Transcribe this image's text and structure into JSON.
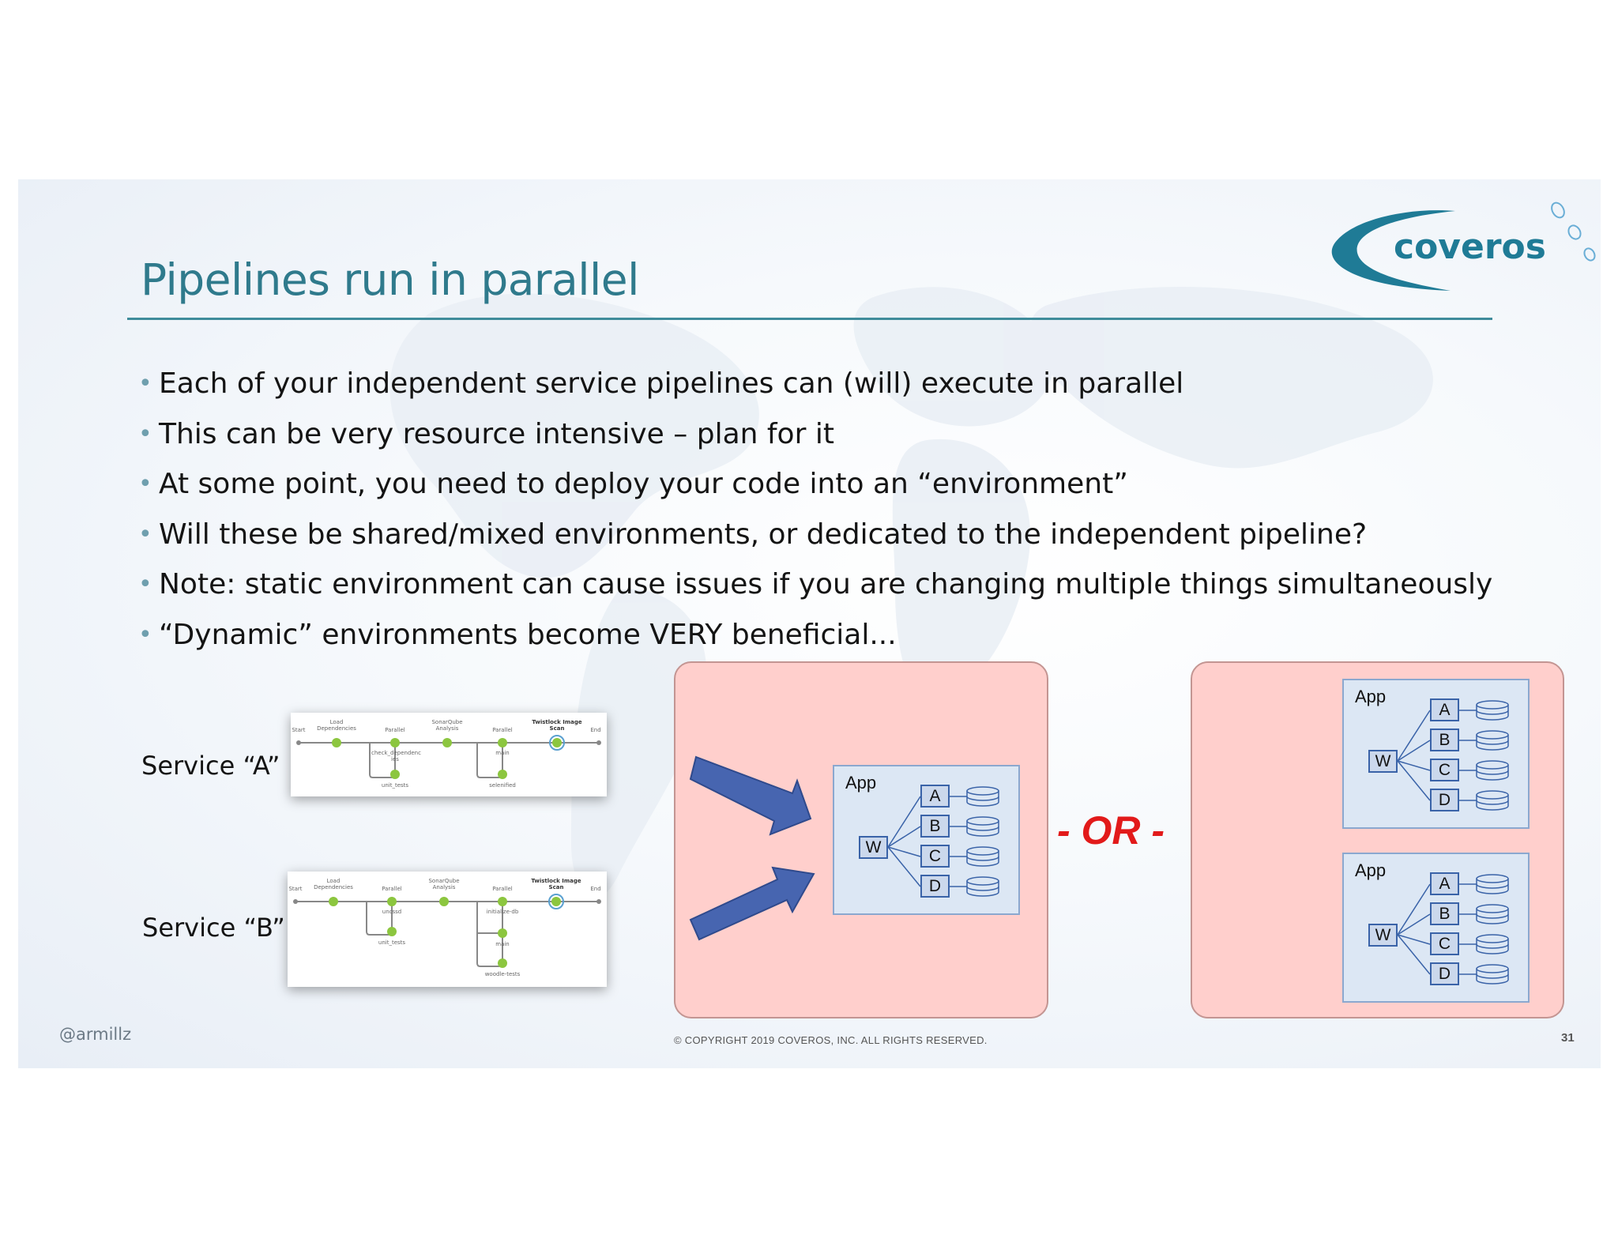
{
  "slide": {
    "title": "Pipelines run in parallel",
    "logo_text": "coveros",
    "bullets": [
      "Each of your independent service pipelines can (will) execute in parallel",
      "This can be very resource intensive – plan for it",
      "At some point, you need to deploy your code into an “environment”",
      "Will these be shared/mixed environments, or dedicated to the independent pipeline?",
      "Note: static environment can cause issues if you are changing multiple things simultaneously",
      "“Dynamic” environments become VERY beneficial..."
    ]
  },
  "services": {
    "a_label": "Service “A”",
    "b_label": "Service “B”"
  },
  "pipeline_a": {
    "stages": [
      "Start",
      "Load\nDependencies",
      "Parallel",
      "SonarQube\nAnalysis",
      "Parallel",
      "Twistlock Image\nScan",
      "End"
    ],
    "branches": [
      "check_dependenc\nies",
      "unit_tests",
      "main",
      "selenified"
    ]
  },
  "pipeline_b": {
    "stages": [
      "Start",
      "Load\nDependencies",
      "Parallel",
      "SonarQube\nAnalysis",
      "Parallel",
      "Twistlock Image\nScan",
      "End"
    ],
    "branches": [
      "uncssd",
      "unit_tests",
      "initialize-db",
      "main",
      "woodle-tests"
    ]
  },
  "shared_env": {
    "app_label": "App",
    "web_node": "W",
    "services": [
      "A",
      "B",
      "C",
      "D"
    ]
  },
  "separator": "- OR -",
  "dedicated_env": [
    {
      "app_label": "App",
      "web_node": "W",
      "services": [
        "A",
        "B",
        "C",
        "D"
      ]
    },
    {
      "app_label": "App",
      "web_node": "W",
      "services": [
        "A",
        "B",
        "C",
        "D"
      ]
    }
  ],
  "footer": {
    "handle": "@armillz",
    "copyright": "© COPYRIGHT 2019 COVEROS, INC. ALL RIGHTS RESERVED.",
    "page_number": "31"
  },
  "colors": {
    "title": "#2f7a8c",
    "panel_fill": "#ffcfcc",
    "app_fill": "#dce7f4",
    "arrow": "#4765b0",
    "or_text": "#e21a1a",
    "logo": "#1f7b96"
  }
}
